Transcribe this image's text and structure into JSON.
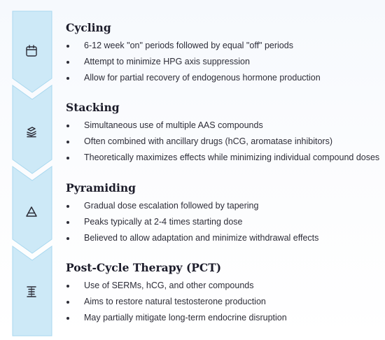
{
  "colors": {
    "chevron_fill": "#cde9f7",
    "chevron_edge": "#a9d8ef",
    "icon_stroke": "#2b2b36",
    "title": "#1c1c2a",
    "text": "#2d2d38"
  },
  "sections": [
    {
      "title": "Cycling",
      "icon": "calendar-icon",
      "items": [
        "6-12 week \"on\" periods followed by equal \"off\" periods",
        "Attempt to minimize HPG axis suppression",
        "Allow for partial recovery of endogenous hormone production"
      ]
    },
    {
      "title": "Stacking",
      "icon": "stack-icon",
      "items": [
        "Simultaneous use of multiple AAS compounds",
        "Often combined with ancillary drugs (hCG, aromatase inhibitors)",
        "Theoretically maximizes effects while minimizing individual compound doses"
      ]
    },
    {
      "title": "Pyramiding",
      "icon": "pyramid-icon",
      "items": [
        "Gradual dose escalation followed by tapering",
        "Peaks typically at 2-4 times starting dose",
        "Believed to allow adaptation and minimize withdrawal effects"
      ]
    },
    {
      "title": "Post-Cycle Therapy (PCT)",
      "icon": "spring-icon",
      "items": [
        "Use of SERMs, hCG, and other compounds",
        "Aims to restore natural testosterone production",
        "May partially mitigate long-term endocrine disruption"
      ]
    }
  ]
}
